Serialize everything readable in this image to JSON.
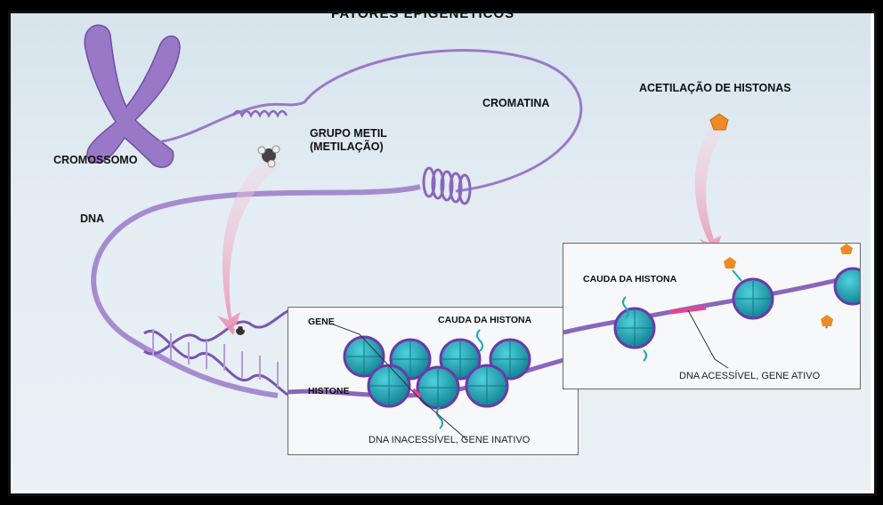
{
  "title": "FATORES EPIGENÉTICOS",
  "labels": {
    "cromossomo": "CROMOSSOMO",
    "cromatina": "CROMATINA",
    "grupo_metil_line1": "GRUPO METIL",
    "grupo_metil_line2": "(METILAÇÃO)",
    "acetilacao": "ACETILAÇÃO DE HISTONAS",
    "dna": "DNA"
  },
  "inset_left": {
    "gene": "GENE",
    "cauda": "CAUDA DA HISTONA",
    "histone": "HISTONE",
    "caption": "DNA INACESSÍVEL, GENE INATIVO"
  },
  "inset_right": {
    "cauda": "CAUDA DA HISTONA",
    "caption": "DNA ACESSÍVEL, GENE ATIVO"
  },
  "colors": {
    "chromatin": "#9b79c9",
    "histone": "#1fa6b8",
    "histone_ring": "#6a3aa8",
    "acetyl": "#f08a24",
    "gene_mark": "#e8438f",
    "arrow": "#f3b8cf"
  }
}
